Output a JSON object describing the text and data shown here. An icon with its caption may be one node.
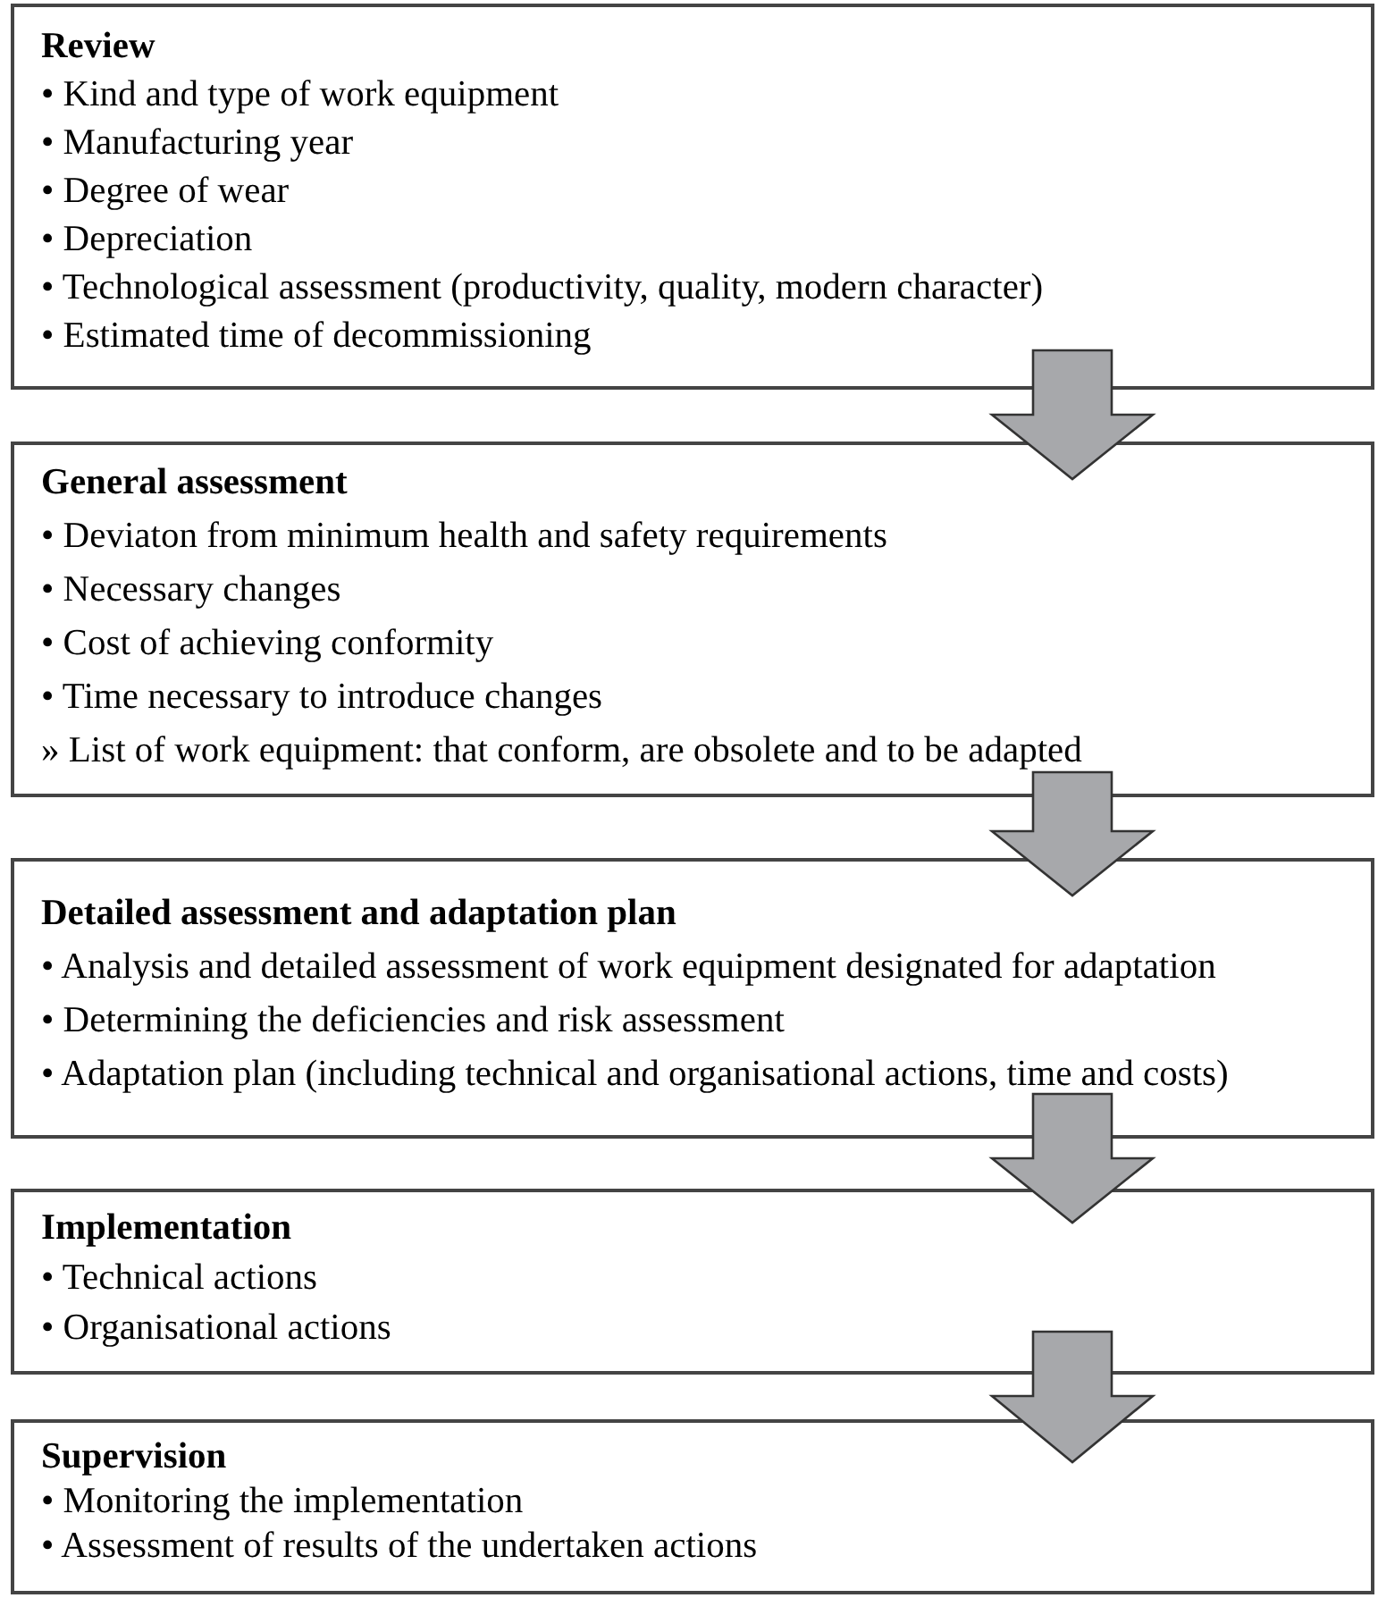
{
  "diagram": {
    "nodes": [
      {
        "text": [
          "Review",
          "• Kind and type of work equipment",
          "• Manufacturing year",
          "• Degree of wear",
          "• Depreciation",
          "• Technological assessment (productivity, quality, modern character)",
          "• Estimated time of decommissioning"
        ]
      },
      {
        "text": [
          "General assessment",
          "• Deviaton from minimum health and safety requirements",
          "• Necessary changes",
          "• Cost of achieving conformity",
          "• Time necessary to introduce changes",
          "» List of work equipment: that conform, are obsolete and to be adapted"
        ]
      },
      {
        "text": [
          "Detailed assessment and adaptation plan",
          "• Analysis and detailed assessment of work equipment designated for adaptation",
          "• Determining the deficiencies and risk assessment",
          "• Adaptation plan (including technical and organisational actions, time and costs)"
        ]
      },
      {
        "text": [
          "Implementation",
          "• Technical actions",
          "• Organisational actions"
        ]
      },
      {
        "text": [
          "Supervision",
          "• Monitoring the implementation",
          "• Assessment of results of the undertaken actions"
        ]
      }
    ],
    "edges": [
      {
        "from": 0,
        "to": 1,
        "arrow": "to"
      },
      {
        "from": 1,
        "to": 2,
        "arrow": "to"
      },
      {
        "from": 2,
        "to": 3,
        "arrow": "to"
      },
      {
        "from": 3,
        "to": 4,
        "arrow": "to"
      }
    ]
  }
}
